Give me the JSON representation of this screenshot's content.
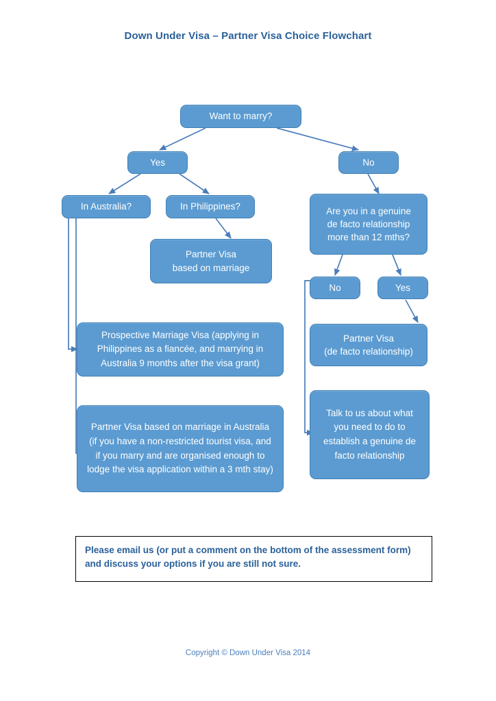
{
  "document": {
    "title": "Down Under Visa – Partner Visa Choice Flowchart",
    "footer": "Copyright © Down Under Visa 2014"
  },
  "theme": {
    "node_fill": "#5b9bd1",
    "node_border": "#3f7fb5",
    "node_text": "#ffffff",
    "connector": "#4a7ebb",
    "title_color": "#2a6099",
    "callout_text": "#2a6099",
    "callout_border": "#000000",
    "page_background": "#ffffff"
  },
  "flowchart": {
    "type": "decision-tree",
    "nodes": [
      {
        "id": "want-to-marry",
        "label": "Want to marry?",
        "kind": "decision"
      },
      {
        "id": "marry-yes",
        "label": "Yes",
        "kind": "branch"
      },
      {
        "id": "marry-no",
        "label": "No",
        "kind": "branch"
      },
      {
        "id": "in-australia",
        "label": "In Australia?",
        "kind": "decision"
      },
      {
        "id": "in-philippines",
        "label": "In Philippines?",
        "kind": "decision"
      },
      {
        "id": "partner-visa-marriage",
        "label": "Partner Visa\nbased on marriage",
        "kind": "outcome"
      },
      {
        "id": "genuine-de-facto",
        "label": "Are you in a genuine\nde facto relationship\nmore than 12 mths?",
        "kind": "decision"
      },
      {
        "id": "defacto-no",
        "label": "No",
        "kind": "branch"
      },
      {
        "id": "defacto-yes",
        "label": "Yes",
        "kind": "branch"
      },
      {
        "id": "partner-visa-defacto",
        "label": "Partner Visa\n(de facto relationship)",
        "kind": "outcome"
      },
      {
        "id": "prospective-marriage-visa",
        "label": "Prospective Marriage Visa (applying in Philippines as a fiancée, and marrying in Australia 9 months after the visa grant)",
        "kind": "outcome"
      },
      {
        "id": "partner-visa-australia",
        "label": "Partner Visa based on marriage in Australia (if you have a non-restricted tourist visa, and if you marry and are organised enough to lodge the visa application within a 3 mth stay)",
        "kind": "outcome"
      },
      {
        "id": "talk-to-us",
        "label": "Talk to us about what you need to do to establish a genuine de facto relationship",
        "kind": "outcome"
      }
    ],
    "edges": [
      {
        "from": "want-to-marry",
        "to": "marry-yes"
      },
      {
        "from": "want-to-marry",
        "to": "marry-no"
      },
      {
        "from": "marry-yes",
        "to": "in-australia"
      },
      {
        "from": "marry-yes",
        "to": "in-philippines"
      },
      {
        "from": "in-philippines",
        "to": "partner-visa-marriage"
      },
      {
        "from": "in-australia",
        "to": "prospective-marriage-visa"
      },
      {
        "from": "in-australia",
        "to": "partner-visa-australia"
      },
      {
        "from": "marry-no",
        "to": "genuine-de-facto"
      },
      {
        "from": "genuine-de-facto",
        "to": "defacto-no"
      },
      {
        "from": "genuine-de-facto",
        "to": "defacto-yes"
      },
      {
        "from": "defacto-yes",
        "to": "partner-visa-defacto"
      },
      {
        "from": "defacto-no",
        "to": "talk-to-us"
      }
    ]
  },
  "labels": {
    "want_to_marry": "Want to marry?",
    "marry_yes": "Yes",
    "marry_no": "No",
    "in_australia": "In Australia?",
    "in_philippines": "In Philippines?",
    "partner_visa_marriage_line1": "Partner Visa",
    "partner_visa_marriage_line2": "based on marriage",
    "genuine_de_facto_line1": "Are you in a genuine",
    "genuine_de_facto_line2": "de facto relationship",
    "genuine_de_facto_line3": "more than 12 mths?",
    "defacto_no": "No",
    "defacto_yes": "Yes",
    "partner_visa_defacto_line1": "Partner Visa",
    "partner_visa_defacto_line2": "(de facto relationship)",
    "prospective_marriage_visa": "Prospective Marriage Visa (applying in Philippines as a fiancée, and marrying in Australia 9 months after the visa grant)",
    "partner_visa_australia": "Partner Visa based on marriage in Australia (if you have a non-restricted tourist visa, and if you marry and are organised enough to lodge the visa application within a 3 mth stay)",
    "talk_to_us": "Talk to us about what you need to do to establish a genuine de facto relationship"
  },
  "callout": {
    "text": "Please email us (or put a comment on the bottom of the assessment form) and discuss your options if you are still not sure."
  }
}
